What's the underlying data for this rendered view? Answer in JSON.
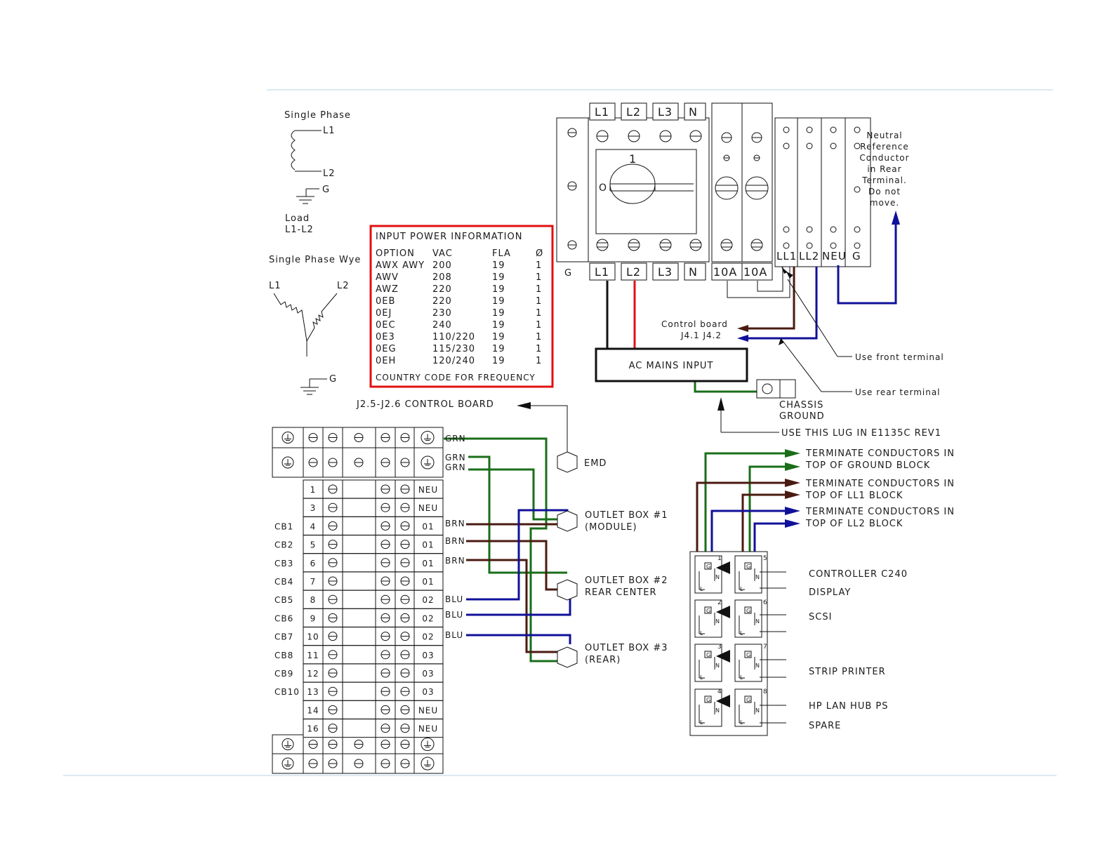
{
  "colors": {
    "green": "#1a6e1a",
    "brown": "#4a1a10",
    "blue": "#10109a",
    "red": "#e01010",
    "frame": "#b8d4e4",
    "black": "#111111"
  },
  "schematic": {
    "single_phase": {
      "title": "Single Phase",
      "l1": "L1",
      "l2": "L2",
      "g": "G",
      "load_1": "Load",
      "load_2": "L1-L2"
    },
    "single_phase_wye": {
      "title": "Single Phase Wye",
      "l1": "L1",
      "l2": "L2",
      "g": "G"
    }
  },
  "power_info": {
    "title": "INPUT POWER INFORMATION",
    "headers": [
      "OPTION",
      "VAC",
      "FLA",
      "Ø"
    ],
    "rows": [
      [
        "AWX AWY",
        "200",
        "19",
        "1"
      ],
      [
        "AWV",
        "208",
        "19",
        "1"
      ],
      [
        "AWZ",
        "220",
        "19",
        "1"
      ],
      [
        "0EB",
        "220",
        "19",
        "1"
      ],
      [
        "0EJ",
        "230",
        "19",
        "1"
      ],
      [
        "0EC",
        "240",
        "19",
        "1"
      ],
      [
        "0E3",
        "110/220",
        "19",
        "1"
      ],
      [
        "0EG",
        "115/230",
        "19",
        "1"
      ],
      [
        "0EH",
        "120/240",
        "19",
        "1"
      ]
    ],
    "footer": "COUNTRY CODE FOR FREQUENCY"
  },
  "breaker_panel": {
    "top_labels": [
      "L1",
      "L2",
      "L3",
      "N"
    ],
    "bottom_labels": [
      "L1",
      "L2",
      "L3",
      "N",
      "10A",
      "10A"
    ],
    "g_label": "G",
    "switch_on_label": "1",
    "switch_off_label": "O",
    "terminal_labels": [
      "LL1",
      "LL2",
      "NEU",
      "G"
    ],
    "neutral_note": [
      "Neutral",
      "Reference",
      "Conductor",
      "in Rear",
      "Terminal.",
      "Do not",
      "move."
    ]
  },
  "ac_mains": {
    "label": "AC MAINS INPUT",
    "control_board_1": "Control board",
    "control_board_2": "J4.1  J4.2",
    "use_front": "Use front terminal",
    "use_rear": "Use rear terminal",
    "chassis_1": "CHASSIS",
    "chassis_2": "GROUND",
    "lug_note": "USE THIS LUG IN E1135C REV1"
  },
  "control_board_label": "J2.5-J2.6 CONTROL BOARD",
  "emd_label": "EMD",
  "terminal_block": {
    "rows": [
      {
        "cb": "",
        "num": "1",
        "code": "NEU"
      },
      {
        "cb": "",
        "num": "3",
        "code": "NEU"
      },
      {
        "cb": "CB1",
        "num": "4",
        "code": "01"
      },
      {
        "cb": "CB2",
        "num": "5",
        "code": "01"
      },
      {
        "cb": "CB3",
        "num": "6",
        "code": "01"
      },
      {
        "cb": "CB4",
        "num": "7",
        "code": "01"
      },
      {
        "cb": "CB5",
        "num": "8",
        "code": "02"
      },
      {
        "cb": "CB6",
        "num": "9",
        "code": "02"
      },
      {
        "cb": "CB7",
        "num": "10",
        "code": "02"
      },
      {
        "cb": "CB8",
        "num": "11",
        "code": "03"
      },
      {
        "cb": "CB9",
        "num": "12",
        "code": "03"
      },
      {
        "cb": "CB10",
        "num": "13",
        "code": "03"
      },
      {
        "cb": "",
        "num": "14",
        "code": "NEU"
      },
      {
        "cb": "",
        "num": "16",
        "code": "NEU"
      }
    ]
  },
  "wire_labels": {
    "grn1": "GRN",
    "grn2": "GRN",
    "grn3": "GRN",
    "brn1": "BRN",
    "brn2": "BRN",
    "brn3": "BRN",
    "blu1": "BLU",
    "blu2": "BLU",
    "blu3": "BLU"
  },
  "outlets": {
    "box1": [
      "OUTLET BOX #1",
      "(MODULE)"
    ],
    "box2": [
      "OUTLET BOX #2",
      "REAR CENTER"
    ],
    "box3": [
      "OUTLET BOX #3",
      "(REAR)"
    ]
  },
  "terminate_notes": [
    [
      "TERMINATE CONDUCTORS IN",
      "TOP OF GROUND BLOCK"
    ],
    [
      "TERMINATE CONDUCTORS IN",
      "TOP OF LL1 BLOCK"
    ],
    [
      "TERMINATE CONDUCTORS IN",
      "TOP OF LL2 BLOCK"
    ]
  ],
  "outlet_strip": {
    "numbers": [
      "1",
      "5",
      "2",
      "6",
      "3",
      "7",
      "4",
      "8"
    ],
    "socket_letters": {
      "g": "G",
      "n": "N",
      "l": "L"
    },
    "devices": [
      "CONTROLLER C240",
      "DISPLAY",
      "SCSI",
      "STRIP PRINTER",
      "HP LAN HUB PS",
      "SPARE"
    ]
  }
}
